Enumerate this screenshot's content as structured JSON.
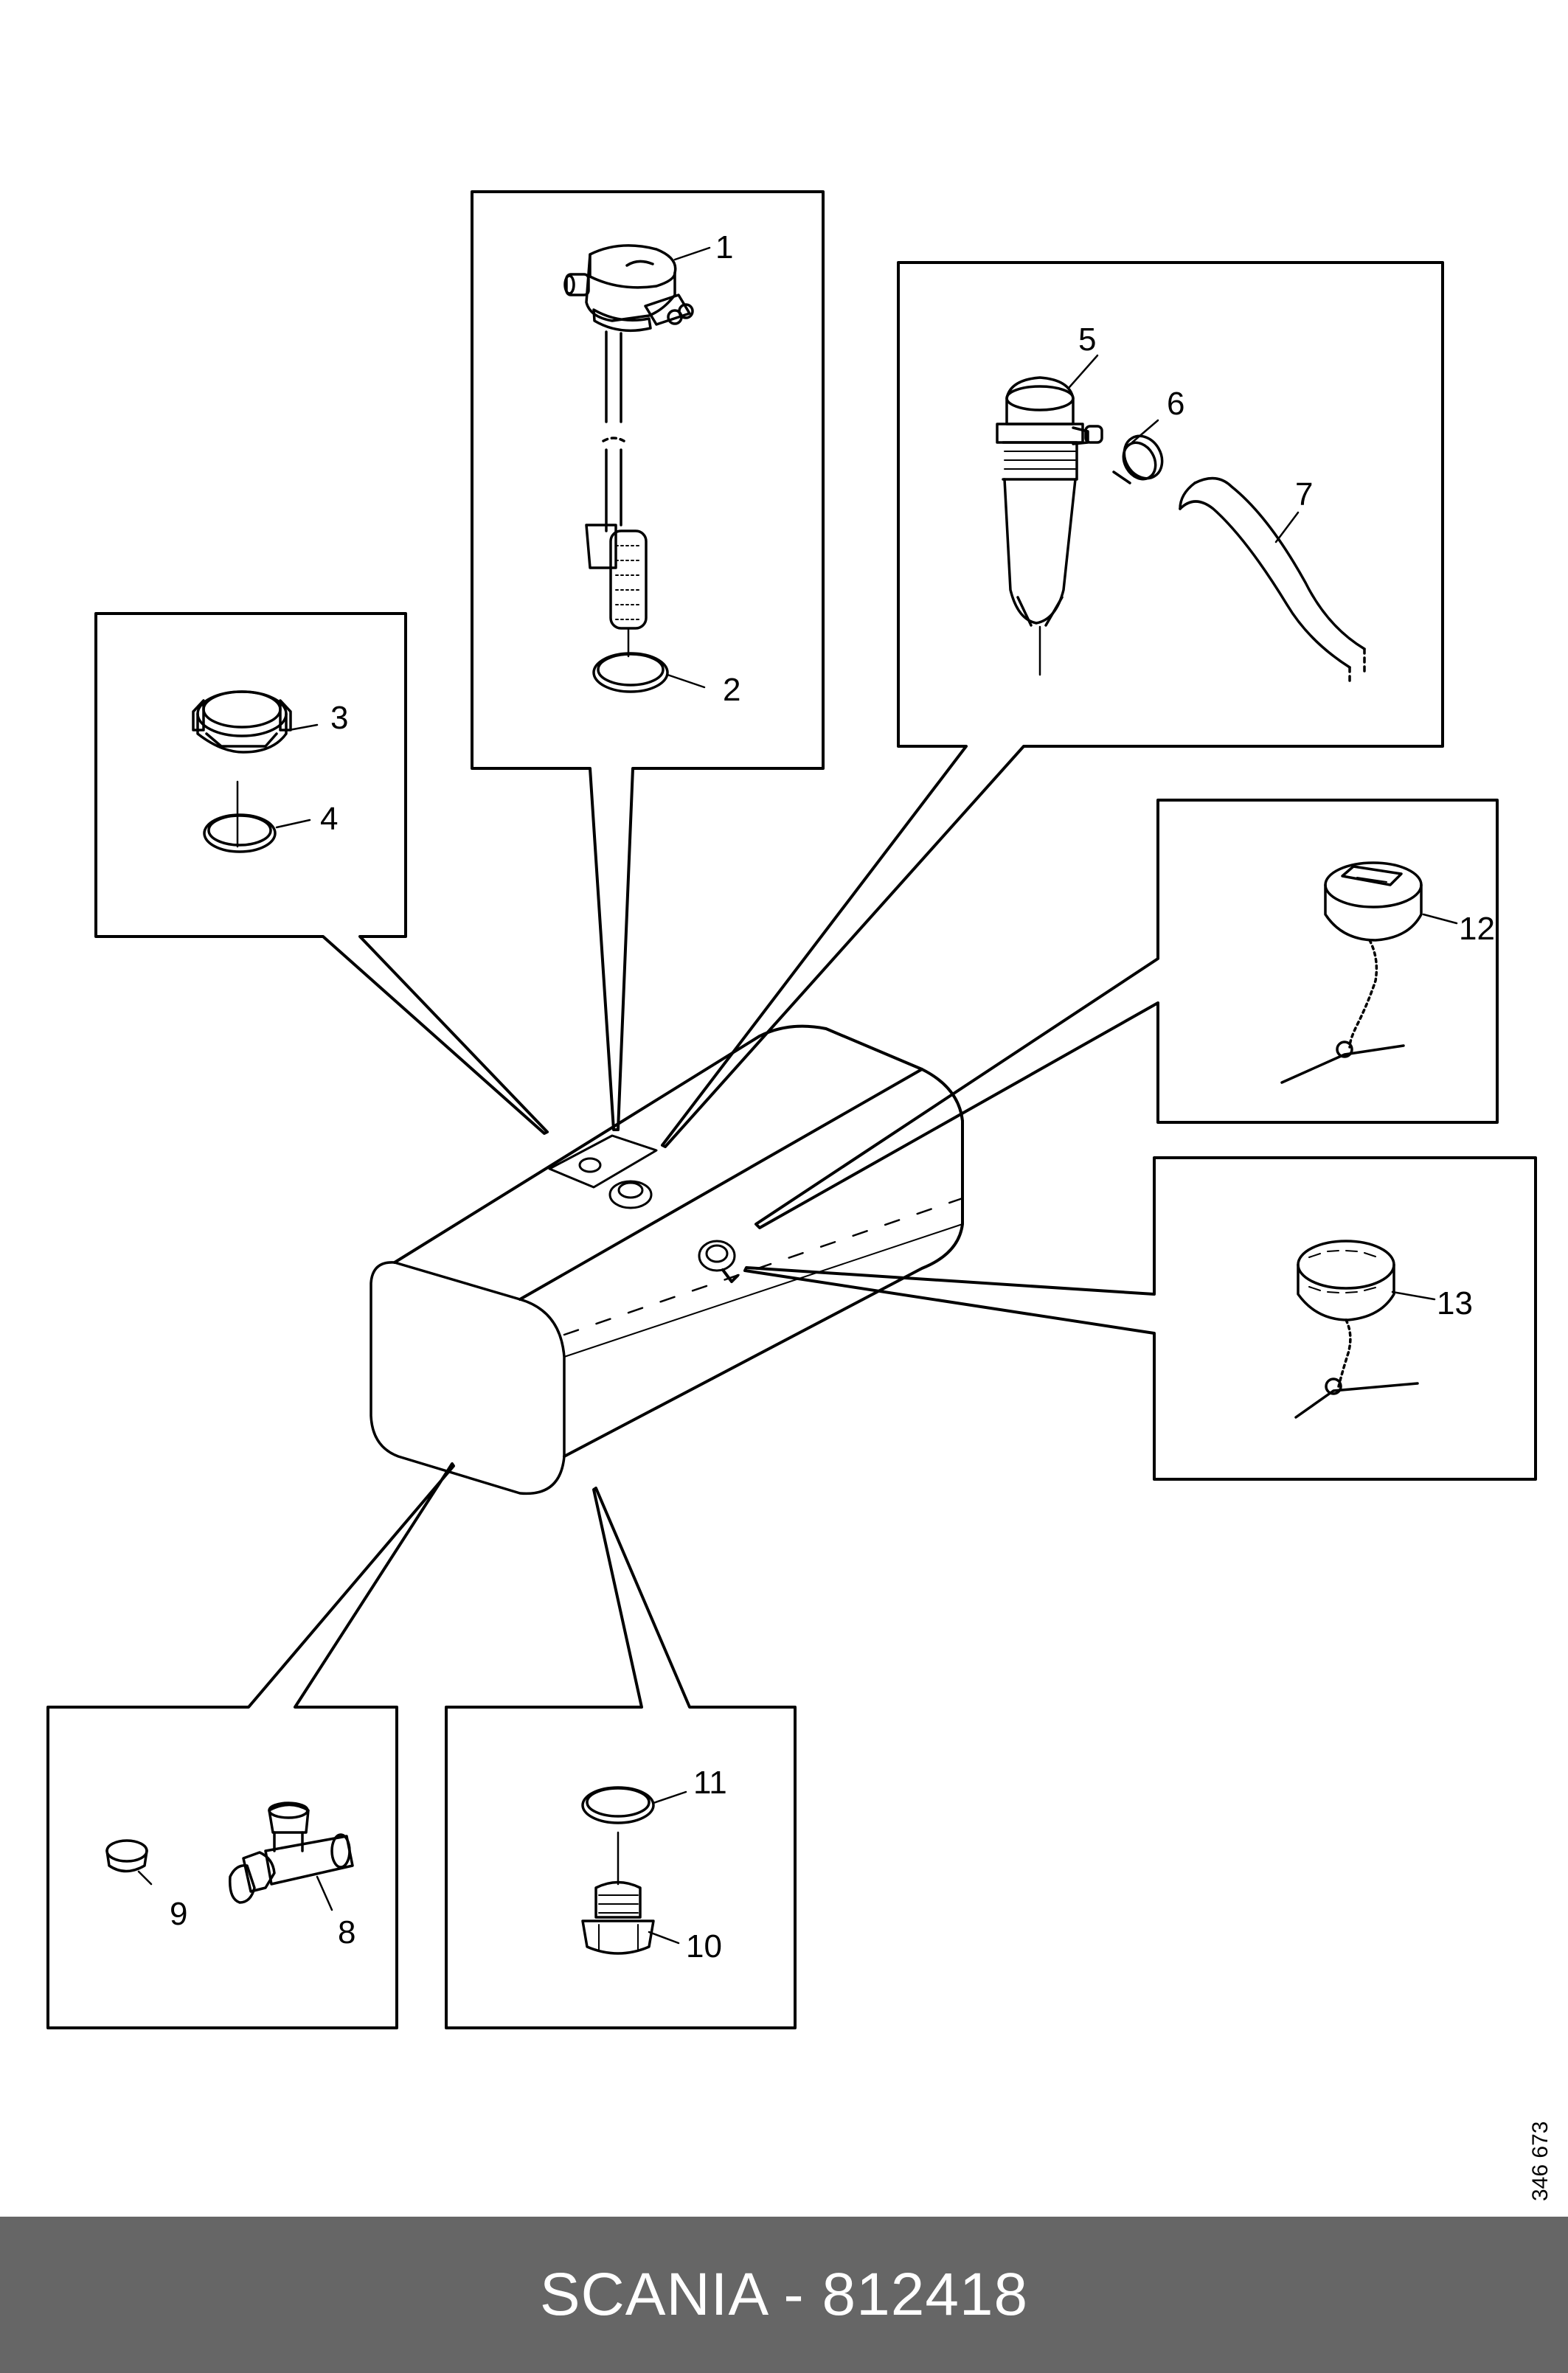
{
  "footer": {
    "text": "SCANIA - 812418"
  },
  "reference_number": "346 673",
  "callouts": [
    {
      "id": "1",
      "label": "1"
    },
    {
      "id": "2",
      "label": "2"
    },
    {
      "id": "3",
      "label": "3"
    },
    {
      "id": "4",
      "label": "4"
    },
    {
      "id": "5",
      "label": "5"
    },
    {
      "id": "6",
      "label": "6"
    },
    {
      "id": "7",
      "label": "7"
    },
    {
      "id": "8",
      "label": "8"
    },
    {
      "id": "9",
      "label": "9"
    },
    {
      "id": "10",
      "label": "10"
    },
    {
      "id": "11",
      "label": "11"
    },
    {
      "id": "12",
      "label": "12"
    },
    {
      "id": "13",
      "label": "13"
    }
  ],
  "colors": {
    "footer_bg": "#666666",
    "footer_text": "#ffffff",
    "line": "#000000"
  }
}
